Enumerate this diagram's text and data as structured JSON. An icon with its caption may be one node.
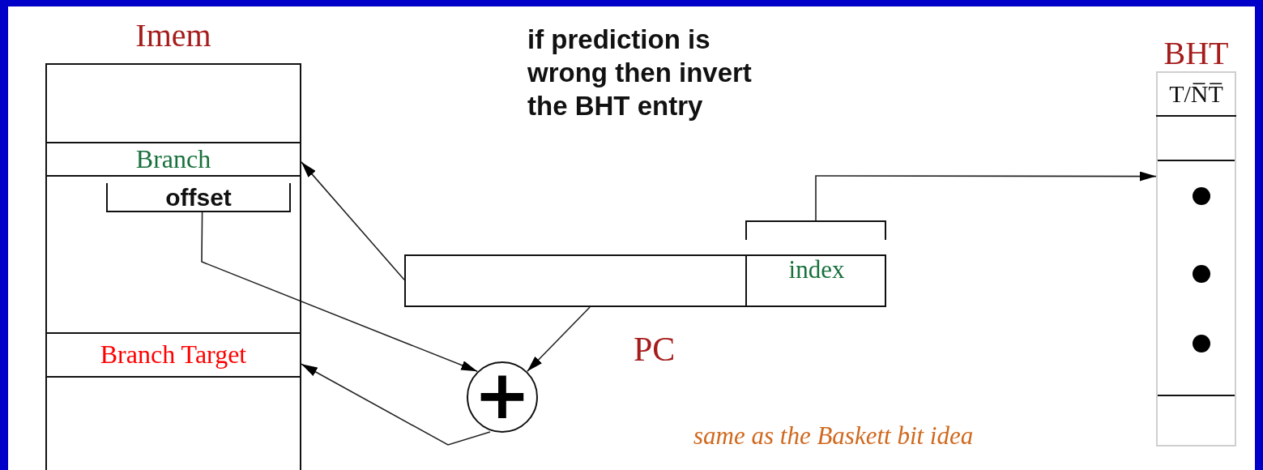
{
  "diagram": {
    "nodes": [
      {
        "text": [
          "Imem"
        ]
      },
      {
        "text": [
          "Branch"
        ],
        "in": 0
      },
      {
        "text": [
          "offset"
        ],
        "in": 0
      },
      {
        "text": [
          "Branch Target"
        ],
        "in": 0
      },
      {
        "text": [],
        "shape": "box",
        "beside": [
          "PC"
        ]
      },
      {
        "text": [
          "index"
        ],
        "in": 4
      },
      {
        "text": [],
        "shape": "bracket"
      },
      {
        "text": [
          "+"
        ]
      },
      {
        "text": [
          "BHT"
        ]
      },
      {
        "text": [
          "T/N̅T̅"
        ],
        "in": 8
      }
    ],
    "edges": [
      {
        "from": 4,
        "to": 1,
        "arrow": "to"
      },
      {
        "from": 2,
        "to": 7,
        "arrow": "to"
      },
      {
        "from": 4,
        "to": 7,
        "arrow": "to"
      },
      {
        "from": 7,
        "to": 3,
        "arrow": "to"
      },
      {
        "from": 6,
        "to": 8,
        "arrow": "to"
      }
    ],
    "labels": [
      "if prediction is wrong then invert the BHT entry",
      "same as the Baskett bit idea"
    ]
  }
}
